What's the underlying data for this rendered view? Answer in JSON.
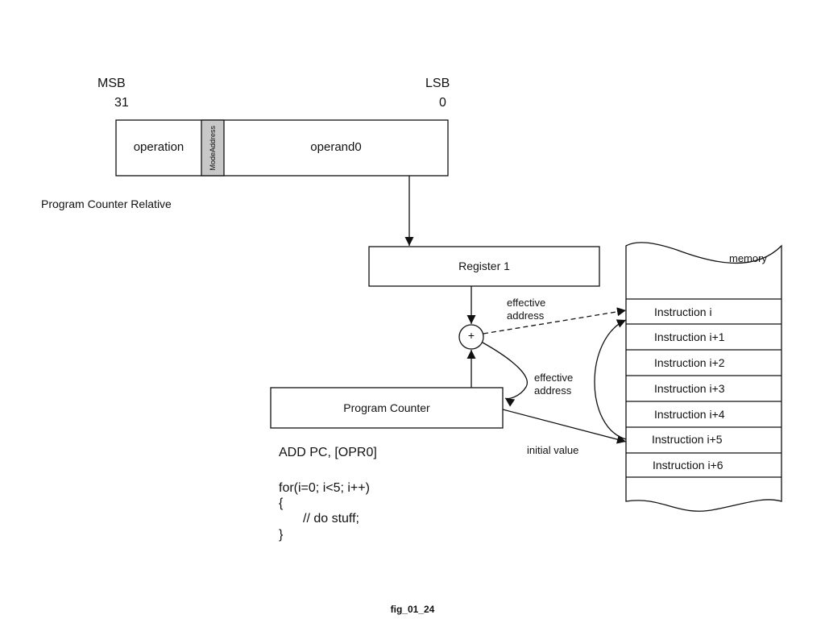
{
  "instruction_format": {
    "msb_label": "MSB",
    "msb_bit": "31",
    "lsb_label": "LSB",
    "lsb_bit": "0",
    "operation_field": "operation",
    "address_mode_field": [
      "Address",
      "Mode"
    ],
    "operand_field": "operand0"
  },
  "mode_title": "Program Counter Relative",
  "register_label": "Register 1",
  "adder_symbol": "+",
  "program_counter_label": "Program Counter",
  "effective_address_top": [
    "effective",
    "address"
  ],
  "effective_address_loop": [
    "effective",
    "address"
  ],
  "initial_value_label": "initial value",
  "code": {
    "instruction": "ADD PC, [OPR0]",
    "loop_header": "for(i=0; i<5; i++)",
    "open_brace": "{",
    "body": "//  do stuff;",
    "close_brace": "}"
  },
  "memory": {
    "title": "memory",
    "cells": [
      "Instruction i",
      "Instruction i+1",
      "Instruction i+2",
      "Instruction i+3",
      "Instruction i+4",
      "Instruction i+5",
      "Instruction i+6"
    ]
  },
  "figure_id": "fig_01_24",
  "colors": {
    "line": "#111111",
    "address_mode_fill": "#c8c8c8",
    "background": "#ffffff"
  }
}
